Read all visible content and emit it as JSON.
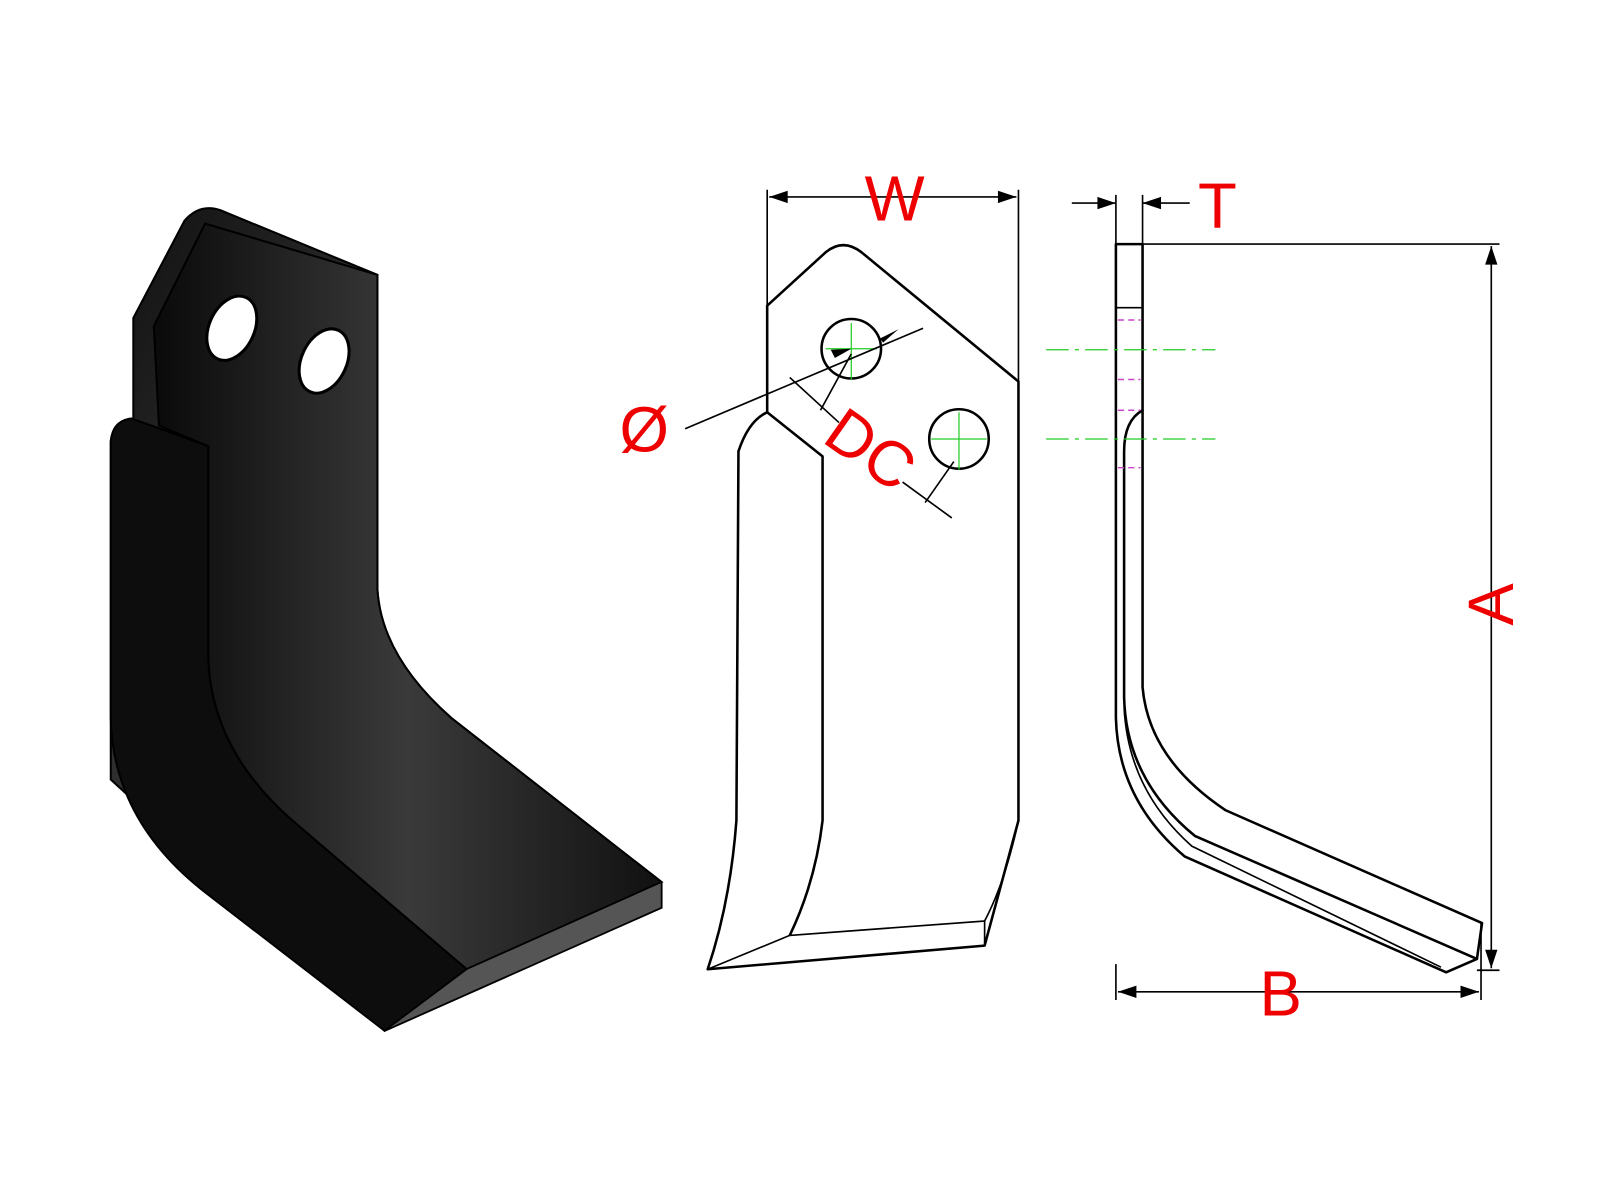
{
  "labels": {
    "width": "W",
    "thickness": "T",
    "height": "A",
    "reach": "B",
    "hole_diameter": "Ø",
    "hole_distance": "DC"
  },
  "colors": {
    "label": "#e00000",
    "centerline": "#22cc22",
    "hidden": "#cc44cc",
    "blade": "#111111"
  }
}
